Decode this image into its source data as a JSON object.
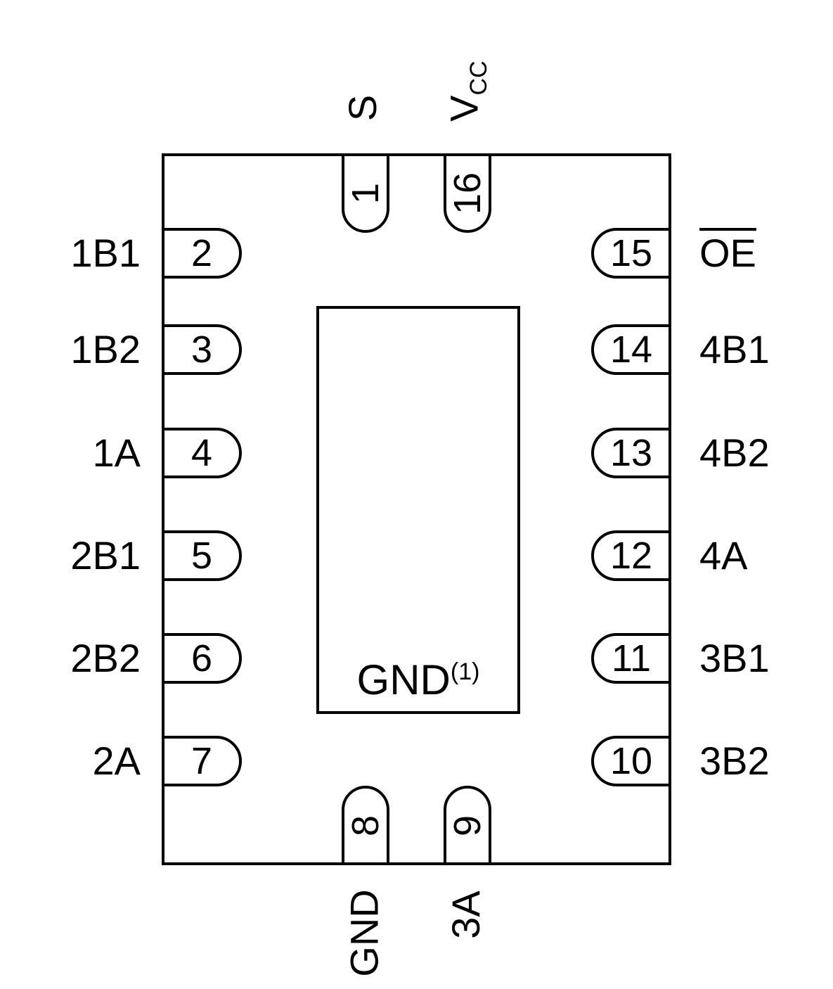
{
  "pins": {
    "top": [
      {
        "number": "1",
        "label": "S"
      },
      {
        "number": "16",
        "label": "V",
        "label_sub": "CC"
      }
    ],
    "left": [
      {
        "number": "2",
        "label": "1B1"
      },
      {
        "number": "3",
        "label": "1B2"
      },
      {
        "number": "4",
        "label": "1A"
      },
      {
        "number": "5",
        "label": "2B1"
      },
      {
        "number": "6",
        "label": "2B2"
      },
      {
        "number": "7",
        "label": "2A"
      }
    ],
    "right": [
      {
        "number": "15",
        "label": "OE",
        "overline": true
      },
      {
        "number": "14",
        "label": "4B1"
      },
      {
        "number": "13",
        "label": "4B2"
      },
      {
        "number": "12",
        "label": "4A"
      },
      {
        "number": "11",
        "label": "3B1"
      },
      {
        "number": "10",
        "label": "3B2"
      }
    ],
    "bottom": [
      {
        "number": "8",
        "label": "GND"
      },
      {
        "number": "9",
        "label": "3A"
      }
    ]
  },
  "thermal_pad": {
    "label": "GND",
    "superscript": "(1)"
  }
}
